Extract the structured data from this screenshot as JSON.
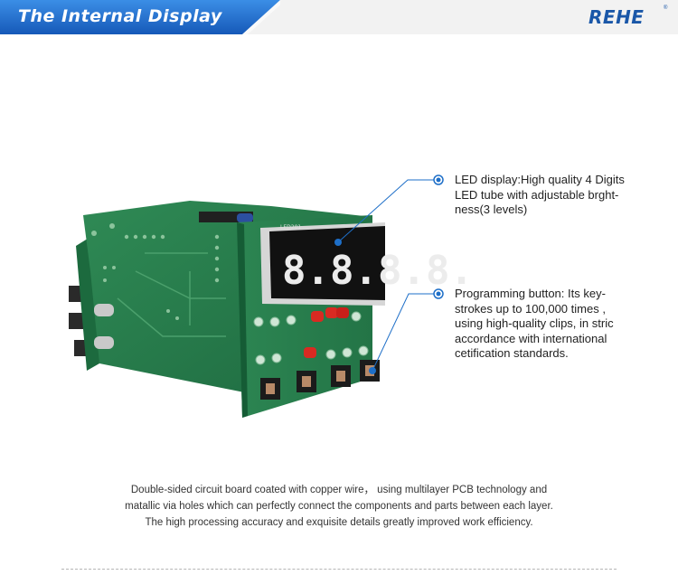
{
  "header": {
    "title": "The Internal Display",
    "brand": "REHE",
    "brand_mark": "®",
    "banner_color": "#1d6fd0",
    "accent_color": "#1a57a8"
  },
  "product_image": {
    "display_digits": "8.8.8.8.",
    "board_label": "LED201"
  },
  "callouts": [
    {
      "lines": [
        "LED display:High quality 4 Digits",
        "LED tube with adjustable brght-",
        "ness(3 levels)"
      ]
    },
    {
      "lines": [
        "Programming button:  Its key-",
        "strokes up to 100,000 times ,",
        "using high-quality clips, in stric",
        "accordance with international",
        "cetification standards."
      ]
    }
  ],
  "caption": {
    "lines": [
      "Double-sided circuit board coated with copper wire， using multilayer PCB technology and",
      "matallic via holes which can perfectly connect the components and parts between each layer.",
      "The high processing accuracy and exquisite details greatly improved work efficiency."
    ]
  }
}
